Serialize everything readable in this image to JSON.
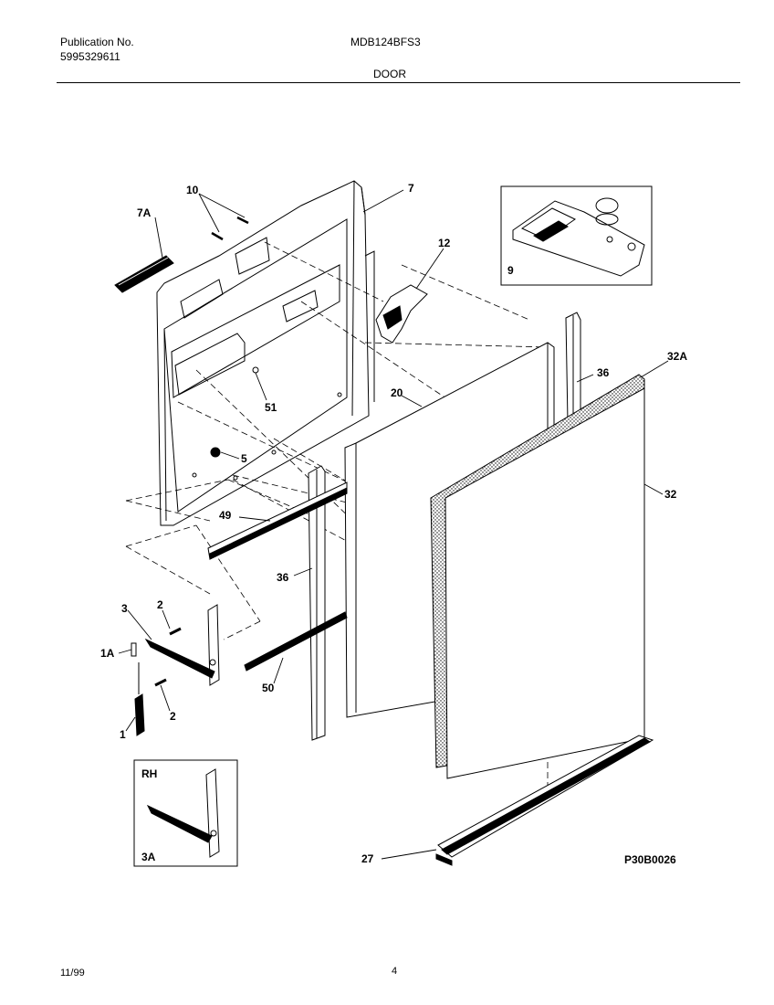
{
  "header": {
    "publication_label": "Publication No.",
    "publication_number": "5995329611",
    "model": "MDB124BFS3",
    "section": "DOOR"
  },
  "callouts": {
    "c7A": "7A",
    "c10": "10",
    "c7": "7",
    "c12": "12",
    "c9": "9",
    "c51": "51",
    "c5": "5",
    "c20": "20",
    "c36a": "36",
    "c32A": "32A",
    "c32": "32",
    "c49": "49",
    "c36b": "36",
    "c3": "3",
    "c2a": "2",
    "c1A": "1A",
    "c2b": "2",
    "c1": "1",
    "c50": "50",
    "cRH": "RH",
    "c3A": "3A",
    "c27": "27"
  },
  "figure_code": "P30B0026",
  "footer": {
    "date": "11/99",
    "page": "4"
  }
}
